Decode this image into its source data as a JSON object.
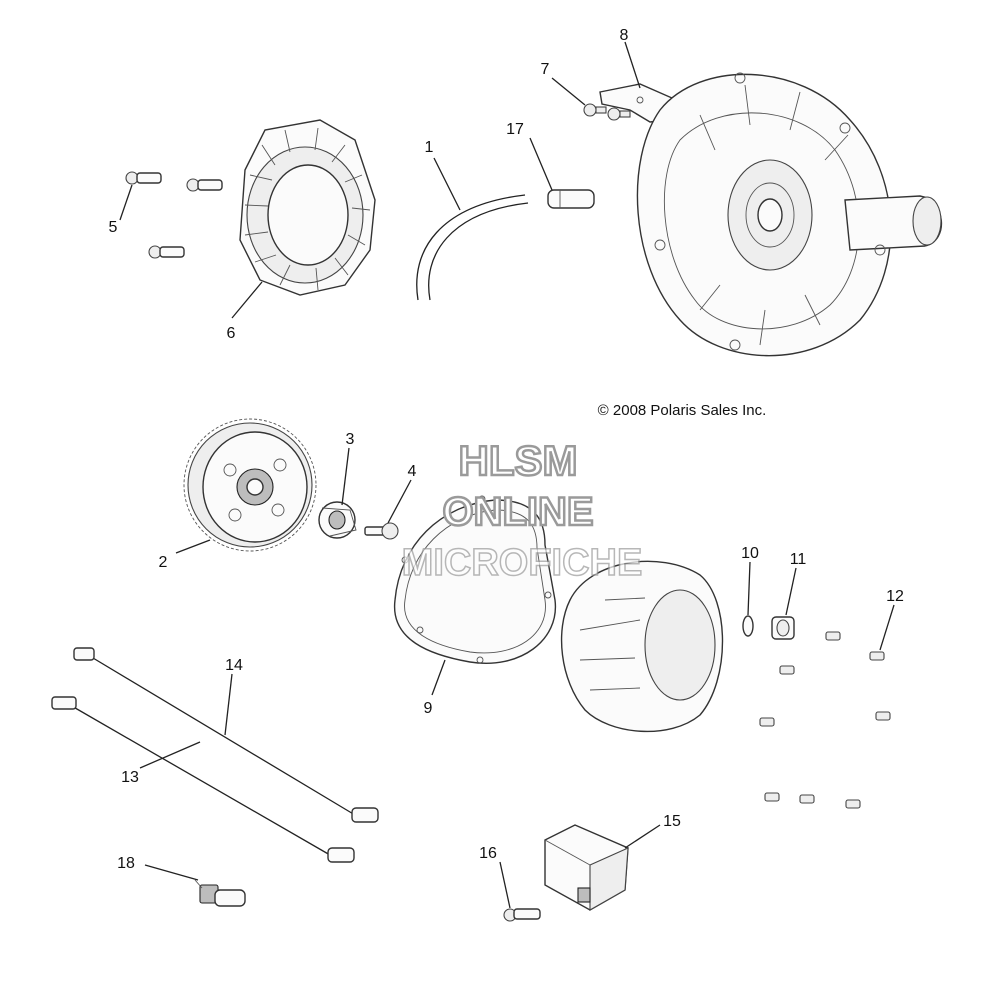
{
  "copyright": "© 2008 Polaris Sales Inc.",
  "watermark": {
    "line1": "HLSM",
    "line2": "ONLINE",
    "line3": "MICROFICHE"
  },
  "callouts": [
    "1",
    "2",
    "3",
    "4",
    "5",
    "6",
    "7",
    "8",
    "9",
    "10",
    "11",
    "12",
    "13",
    "14",
    "15",
    "16",
    "17",
    "18"
  ],
  "colors": {
    "line": "#222222",
    "watermark_stroke": "#9a9a9a",
    "background": "#ffffff"
  }
}
